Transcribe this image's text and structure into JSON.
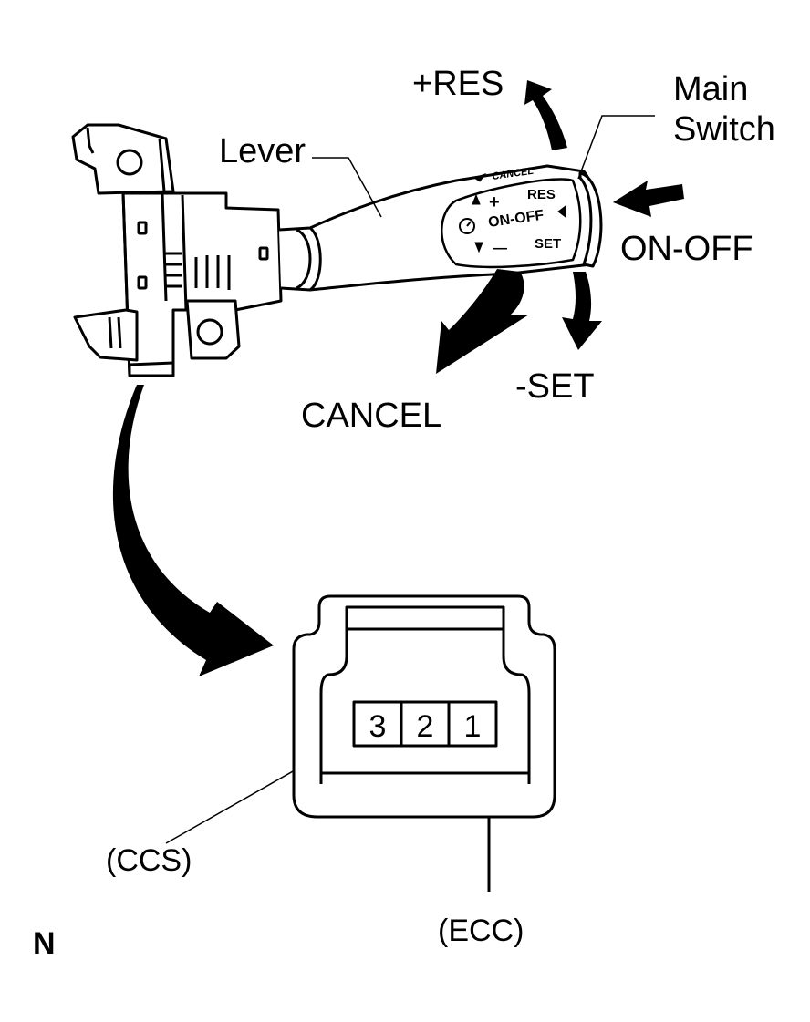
{
  "labels": {
    "plus_res": "+RES",
    "main_switch_line1": "Main",
    "main_switch_line2": "Switch",
    "lever": "Lever",
    "on_off": "ON-OFF",
    "cancel": "CANCEL",
    "minus_set": "-SET",
    "ccs": "(CCS)",
    "ecc": "(ECC)",
    "corner_letter": "N"
  },
  "switch_face": {
    "cancel": "CANCEL",
    "plus": "+",
    "res": "RES",
    "on_off": "ON-OFF",
    "minus": "—",
    "set": "SET"
  },
  "connector": {
    "pins": [
      "3",
      "2",
      "1"
    ]
  }
}
